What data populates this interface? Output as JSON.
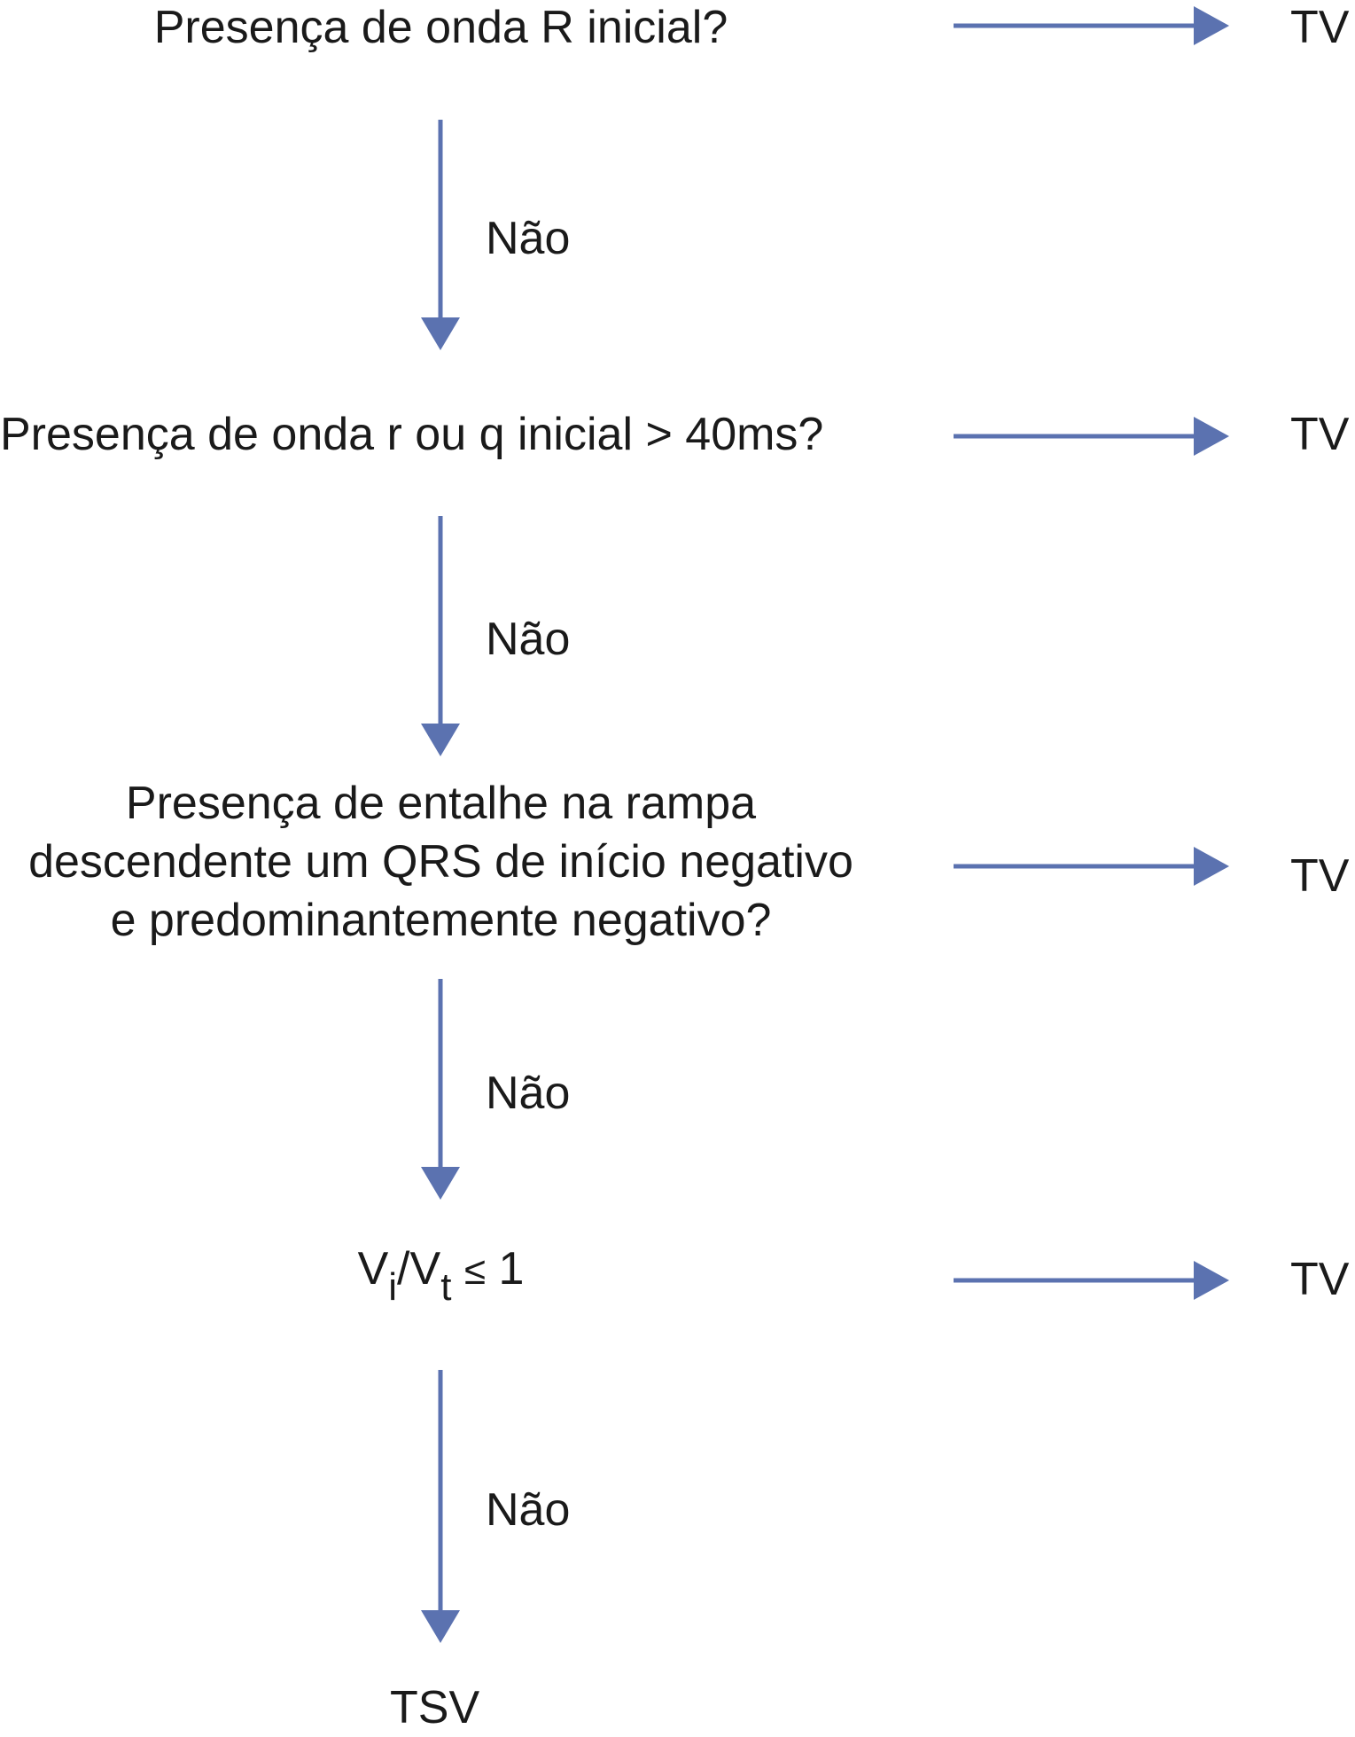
{
  "colors": {
    "arrow": "#5b72b0",
    "text": "#1a1a1a",
    "background": "#ffffff"
  },
  "questions": {
    "q1": "Presença de onda R inicial?",
    "q2": "Presença de onda r ou q inicial > 40ms?",
    "q3_line1": "Presença de entalhe na rampa",
    "q3_line2": "descendente um QRS de início negativo",
    "q3_line3": "e predominantemente negativo?",
    "q4_v1": "V",
    "q4_sub1": "i",
    "q4_slash": "/V",
    "q4_sub2": "t",
    "q4_le": "≤",
    "q4_rhs": " 1"
  },
  "labels": {
    "no": [
      "Não",
      "Não",
      "Não",
      "Não"
    ],
    "yes_result": [
      "TV",
      "TV",
      "TV",
      "TV"
    ],
    "final_result": "TSV"
  }
}
